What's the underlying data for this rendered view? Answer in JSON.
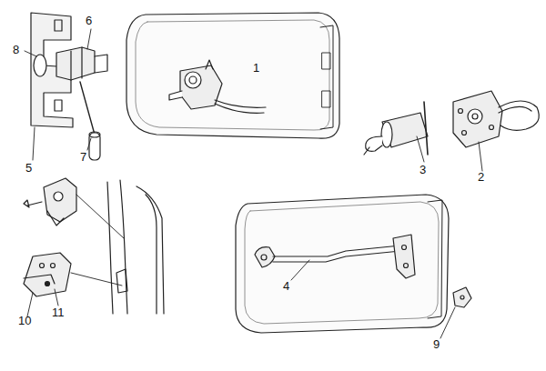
{
  "diagram": {
    "labels": [
      "6",
      "8",
      "1",
      "5",
      "7",
      "3",
      "2",
      "4",
      "11",
      "10",
      "9"
    ]
  }
}
